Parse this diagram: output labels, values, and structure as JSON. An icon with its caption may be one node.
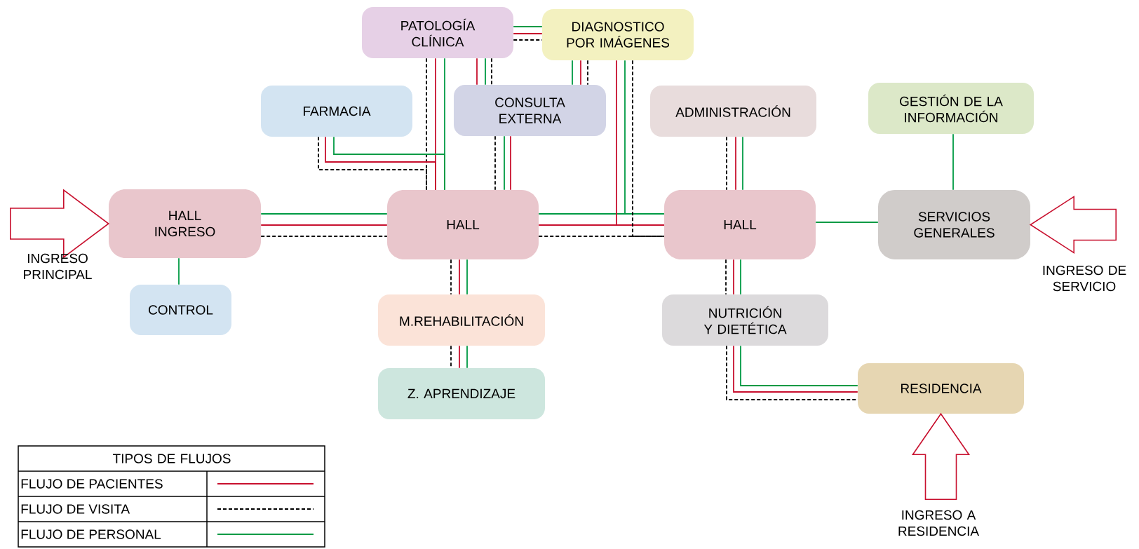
{
  "diagram": {
    "nodes": [
      {
        "text": [
          "PATOLOGÍA CLÍNICA"
        ]
      },
      {
        "text": [
          "DIAGNOSTICO POR IMÁGENES"
        ]
      },
      {
        "text": [
          "FARMACIA"
        ]
      },
      {
        "text": [
          "CONSULTA EXTERNA"
        ]
      },
      {
        "text": [
          "ADMINISTRACIÓN"
        ]
      },
      {
        "text": [
          "GESTIÓN DE LA INFORMACIÓN"
        ]
      },
      {
        "text": [
          "HALL INGRESO"
        ]
      },
      {
        "text": [
          "HALL"
        ]
      },
      {
        "text": [
          "HALL"
        ]
      },
      {
        "text": [
          "SERVICIOS GENERALES"
        ]
      },
      {
        "text": [
          "CONTROL"
        ]
      },
      {
        "text": [
          "M.REHABILITACIÓN"
        ]
      },
      {
        "text": [
          "Z. APRENDIZAJE"
        ]
      },
      {
        "text": [
          "NUTRICIÓN Y DIETÉTICA"
        ]
      },
      {
        "text": [
          "RESIDENCIA"
        ]
      }
    ],
    "edges": [
      {
        "from": 0,
        "to": 1,
        "arrow": "none",
        "color": "#009a44"
      },
      {
        "from": 0,
        "to": 1,
        "arrow": "none",
        "color": "#c8102e"
      },
      {
        "from": 0,
        "to": 1,
        "arrow": "none",
        "color": "#000000",
        "style": "dashed"
      },
      {
        "from": 0,
        "to": 7,
        "arrow": "none",
        "color": "#000000",
        "style": "dashed"
      },
      {
        "from": 0,
        "to": 7,
        "arrow": "none",
        "color": "#c8102e"
      },
      {
        "from": 0,
        "to": 7,
        "arrow": "none",
        "color": "#009a44"
      },
      {
        "from": 2,
        "to": 7,
        "arrow": "none",
        "color": "#000000",
        "style": "dashed"
      },
      {
        "from": 2,
        "to": 7,
        "arrow": "none",
        "color": "#c8102e"
      },
      {
        "from": 2,
        "to": 7,
        "arrow": "none",
        "color": "#009a44"
      },
      {
        "from": 0,
        "to": 3,
        "arrow": "none",
        "color": "#c8102e"
      },
      {
        "from": 0,
        "to": 3,
        "arrow": "none",
        "color": "#009a44"
      },
      {
        "from": 0,
        "to": 3,
        "arrow": "none",
        "color": "#000000",
        "style": "dashed"
      },
      {
        "from": 1,
        "to": 3,
        "arrow": "none",
        "color": "#009a44"
      },
      {
        "from": 1,
        "to": 3,
        "arrow": "none",
        "color": "#c8102e"
      },
      {
        "from": 1,
        "to": 3,
        "arrow": "none",
        "color": "#000000",
        "style": "dashed"
      },
      {
        "from": 3,
        "to": 7,
        "arrow": "none",
        "color": "#000000",
        "style": "dashed"
      },
      {
        "from": 3,
        "to": 7,
        "arrow": "none",
        "color": "#009a44"
      },
      {
        "from": 3,
        "to": 7,
        "arrow": "none",
        "color": "#c8102e"
      },
      {
        "from": 6,
        "to": 7,
        "arrow": "none",
        "color": "#009a44"
      },
      {
        "from": 6,
        "to": 7,
        "arrow": "none",
        "color": "#c8102e"
      },
      {
        "from": 6,
        "to": 7,
        "arrow": "none",
        "color": "#000000",
        "style": "dashed"
      },
      {
        "from": 7,
        "to": 8,
        "arrow": "none",
        "color": "#009a44"
      },
      {
        "from": 7,
        "to": 8,
        "arrow": "none",
        "color": "#c8102e"
      },
      {
        "from": 7,
        "to": 8,
        "arrow": "none",
        "color": "#000000",
        "style": "dashed"
      },
      {
        "from": 1,
        "to": 8,
        "arrow": "none",
        "color": "#c8102e"
      },
      {
        "from": 1,
        "to": 8,
        "arrow": "none",
        "color": "#009a44"
      },
      {
        "from": 1,
        "to": 8,
        "arrow": "none",
        "color": "#000000",
        "style": "dashed"
      },
      {
        "from": 6,
        "to": 10,
        "arrow": "none",
        "color": "#009a44"
      },
      {
        "from": 4,
        "to": 8,
        "arrow": "none",
        "color": "#000000",
        "style": "dashed"
      },
      {
        "from": 4,
        "to": 8,
        "arrow": "none",
        "color": "#c8102e"
      },
      {
        "from": 4,
        "to": 8,
        "arrow": "none",
        "color": "#009a44"
      },
      {
        "from": 8,
        "to": 9,
        "arrow": "none",
        "color": "#009a44"
      },
      {
        "from": 5,
        "to": 9,
        "arrow": "none",
        "color": "#009a44"
      },
      {
        "from": 7,
        "to": 11,
        "arrow": "none",
        "color": "#000000",
        "style": "dashed"
      },
      {
        "from": 7,
        "to": 11,
        "arrow": "none",
        "color": "#c8102e"
      },
      {
        "from": 7,
        "to": 11,
        "arrow": "none",
        "color": "#009a44"
      },
      {
        "from": 11,
        "to": 12,
        "arrow": "none",
        "color": "#000000",
        "style": "dashed"
      },
      {
        "from": 11,
        "to": 12,
        "arrow": "none",
        "color": "#c8102e"
      },
      {
        "from": 11,
        "to": 12,
        "arrow": "none",
        "color": "#009a44"
      },
      {
        "from": 8,
        "to": 13,
        "arrow": "none",
        "color": "#000000",
        "style": "dashed"
      },
      {
        "from": 8,
        "to": 13,
        "arrow": "none",
        "color": "#c8102e"
      },
      {
        "from": 8,
        "to": 13,
        "arrow": "none",
        "color": "#009a44"
      },
      {
        "from": 13,
        "to": 14,
        "arrow": "none",
        "color": "#009a44"
      },
      {
        "from": 13,
        "to": 14,
        "arrow": "none",
        "color": "#c8102e"
      },
      {
        "from": 13,
        "to": 14,
        "arrow": "none",
        "color": "#000000",
        "style": "dashed"
      },
      {
        "from": null,
        "to": 6,
        "arrow": "to",
        "color": "#c8102e"
      },
      {
        "from": null,
        "to": 9,
        "arrow": "to",
        "color": "#c8102e"
      },
      {
        "from": null,
        "to": 14,
        "arrow": "to",
        "color": "#c8102e"
      }
    ],
    "labels": [
      "INGRESO PRINCIPAL",
      "INGRESO DE SERVICIO",
      "INGRESO A RESIDENCIA",
      "TIPOS DE FLUJOS"
    ],
    "legend": [
      {
        "text": "FLUJO DE PACIENTES"
      },
      {
        "text": "FLUJO DE VISITA"
      },
      {
        "text": "FLUJO DE PERSONAL"
      }
    ]
  }
}
